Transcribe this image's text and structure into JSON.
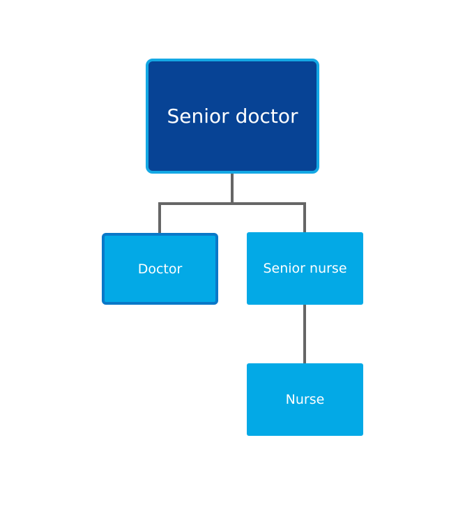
{
  "diagram": {
    "type": "org-chart",
    "colors": {
      "root_fill": "#074395",
      "root_border": "#14a8e4",
      "node_fill": "#03a9e6",
      "doctor_border": "#0a78c8",
      "connector": "#666666",
      "text": "#ffffff"
    },
    "nodes": {
      "senior_doctor": {
        "label": "Senior doctor"
      },
      "doctor": {
        "label": "Doctor"
      },
      "senior_nurse": {
        "label": "Senior nurse"
      },
      "nurse": {
        "label": "Nurse"
      }
    },
    "edges": [
      {
        "from": "Senior doctor",
        "to": "Doctor"
      },
      {
        "from": "Senior doctor",
        "to": "Senior nurse"
      },
      {
        "from": "Senior nurse",
        "to": "Nurse"
      }
    ]
  }
}
